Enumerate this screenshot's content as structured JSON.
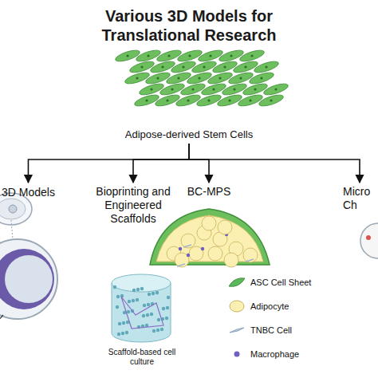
{
  "diagram": {
    "title": "Various 3D Models for Translational Research",
    "nodes": [
      {
        "text": [
          "Adipose-derived Stem Cells"
        ]
      },
      {
        "text": [
          "3D Models"
        ]
      },
      {
        "text": [
          "Bioprinting and Engineered Scaffolds"
        ]
      },
      {
        "text": [
          "BC-MPS"
        ]
      },
      {
        "text": [
          "Micro Ch"
        ]
      }
    ],
    "edges": [
      {
        "from": 0,
        "to": 1,
        "arrow": "to"
      },
      {
        "from": 0,
        "to": 2,
        "arrow": "to"
      },
      {
        "from": 0,
        "to": 3,
        "arrow": "to"
      },
      {
        "from": 0,
        "to": 4,
        "arrow": "to"
      }
    ],
    "labels": [
      "Scaffold-based cell culture"
    ],
    "legend": [
      {
        "text": "ASC Cell Sheet",
        "color": "#5cb85c"
      },
      {
        "text": "Adipocyte",
        "color": "#fbf0b2"
      },
      {
        "text": "TNBC Cell",
        "color": "#b9cbe0"
      },
      {
        "text": "Macrophage",
        "color": "#6f5fc0"
      }
    ]
  }
}
